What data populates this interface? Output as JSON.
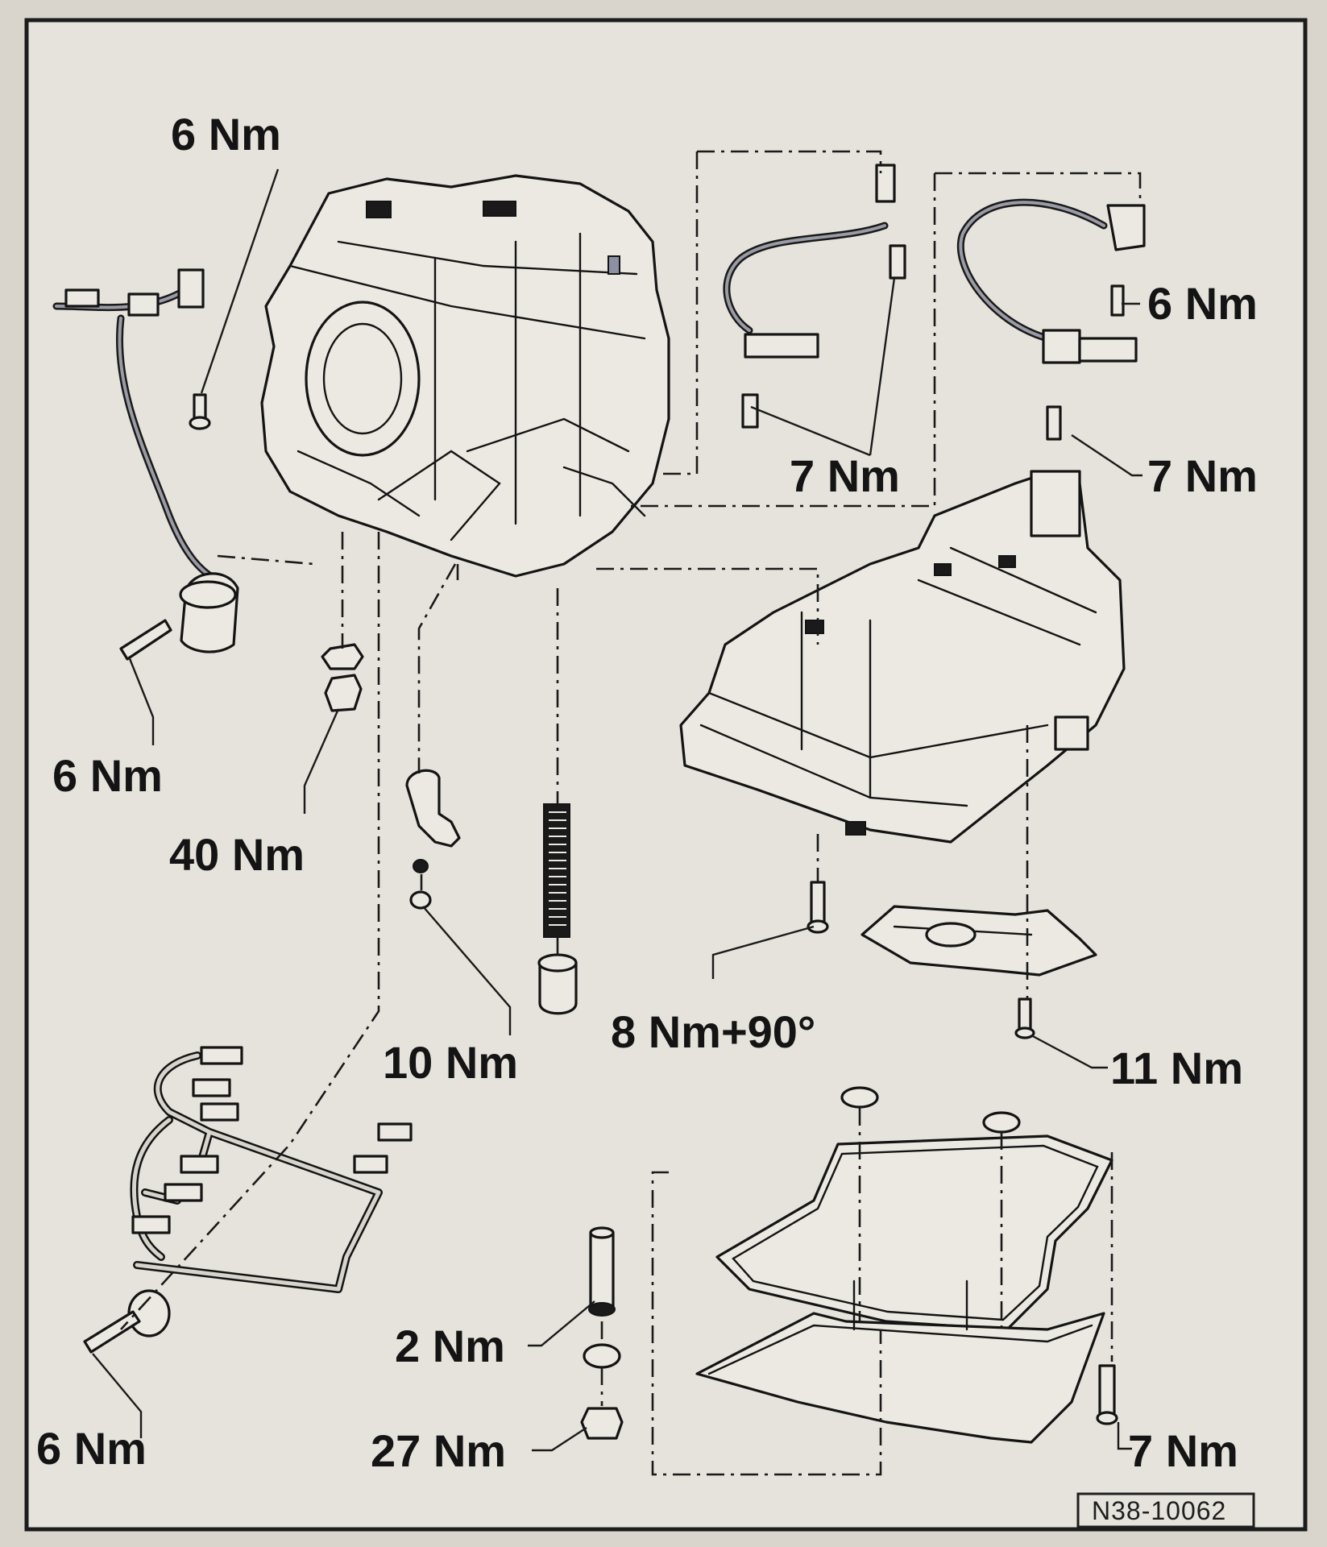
{
  "diagram": {
    "title": "Automatic transmission exploded view with tightening torques",
    "reference_code": "N38-10062",
    "torque_unit": "Nm",
    "callouts": [
      {
        "id": "wiring-sensor-bolt-top",
        "label": "6 Nm"
      },
      {
        "id": "speed-sensor-bolt-right-upper",
        "label": "6 Nm"
      },
      {
        "id": "speed-sensor-center-bolt",
        "label": "7 Nm"
      },
      {
        "id": "speed-sensor-right-bolt",
        "label": "7 Nm"
      },
      {
        "id": "sensor-bolt-left",
        "label": "6 Nm"
      },
      {
        "id": "plug-40",
        "label": "40 Nm"
      },
      {
        "id": "bracket-nut",
        "label": "10 Nm"
      },
      {
        "id": "valve-body-bolt",
        "label": "8 Nm+90°"
      },
      {
        "id": "filter-bolt",
        "label": "11 Nm"
      },
      {
        "id": "harness-bolt",
        "label": "6 Nm"
      },
      {
        "id": "overflow-tube",
        "label": "2 Nm"
      },
      {
        "id": "drain-plug",
        "label": "27 Nm"
      },
      {
        "id": "oil-pan-bolt",
        "label": "7 Nm"
      }
    ],
    "components": [
      "transmission-housing",
      "wiring-harness-left",
      "speed-sensor-center",
      "speed-sensor-right",
      "mechatronic-valve-body",
      "oil-filter",
      "spring",
      "piston",
      "bracket",
      "wiring-harness-bottom",
      "oil-pan",
      "oil-pan-gasket",
      "overflow-tube",
      "drain-plug",
      "magnets"
    ]
  }
}
